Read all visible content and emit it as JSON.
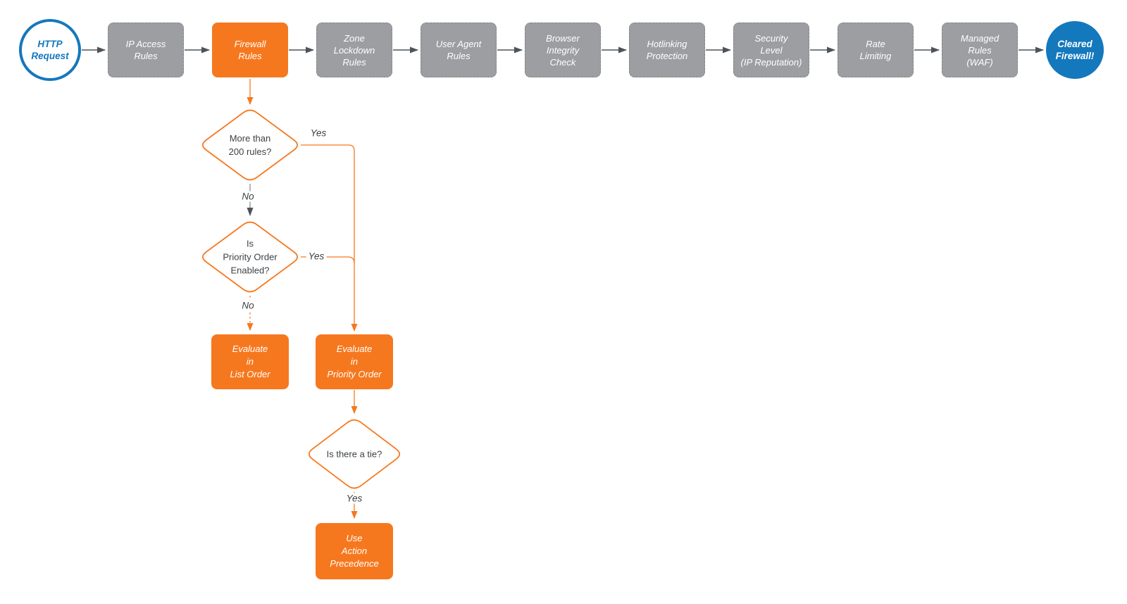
{
  "colors": {
    "accent": "#F6781E",
    "blue": "#1478BD",
    "stage_gray": "#9C9EA1",
    "arrow_gray": "#4E5358",
    "ink": "#3D4145"
  },
  "pipeline": {
    "start": {
      "label": "HTTP\nRequest"
    },
    "stages": [
      {
        "label": "IP Access\nRules"
      },
      {
        "label": "Firewall\nRules"
      },
      {
        "label": "Zone\nLockdown\nRules"
      },
      {
        "label": "User Agent\nRules"
      },
      {
        "label": "Browser\nIntegrity\nCheck"
      },
      {
        "label": "Hotlinking\nProtection"
      },
      {
        "label": "Security\nLevel\n(IP Reputation)"
      },
      {
        "label": "Rate\nLimiting"
      },
      {
        "label": "Managed\nRules\n(WAF)"
      }
    ],
    "end": {
      "label": "Cleared\nFirewall!"
    }
  },
  "decision_tree": {
    "more_than_200": {
      "question": "More than\n200 rules?",
      "yes_label": "Yes",
      "no_label": "No"
    },
    "priority_enabled": {
      "question": "Is\nPriority Order\nEnabled?",
      "yes_label": "Yes",
      "no_label": "No"
    },
    "evaluate_list_order": {
      "label": "Evaluate\nin\nList Order"
    },
    "evaluate_priority_order": {
      "label": "Evaluate\nin\nPriority Order"
    },
    "tie": {
      "question": "Is there a tie?",
      "yes_label": "Yes"
    },
    "use_action_precedence": {
      "label": "Use\nAction\nPrecedence"
    }
  }
}
